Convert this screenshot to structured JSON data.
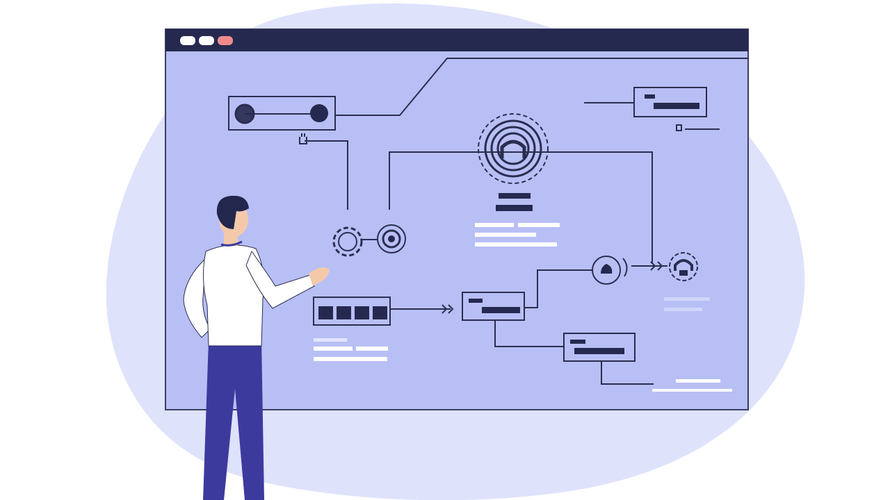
{
  "colors": {
    "background": "#ffffff",
    "blob": "#dfe2fb",
    "screen": "#b8bff5",
    "screen_border": "#3a3f63",
    "titlebar": "#26294f",
    "window_dot_light": "#ffffff",
    "window_dot_accent": "#f08b8b",
    "line": "#2a2d4f",
    "placeholder_text": "#ffffff",
    "person_shirt": "#ffffff",
    "person_pants": "#3d3a9e",
    "person_hair": "#23264d",
    "person_skin": "#f4c9a9"
  },
  "window": {
    "controls": [
      "window-dot",
      "window-dot",
      "window-dot-accent"
    ]
  },
  "icons": [
    "toggle-switch-icon",
    "fingerprint-icon",
    "settings-gear-icon",
    "target-icon",
    "cloud-icon",
    "headset-icon",
    "plug-icon",
    "arrow-icon"
  ],
  "illustration": {
    "subject": "person-pointing",
    "text_elements": "placeholder-bars-only"
  }
}
